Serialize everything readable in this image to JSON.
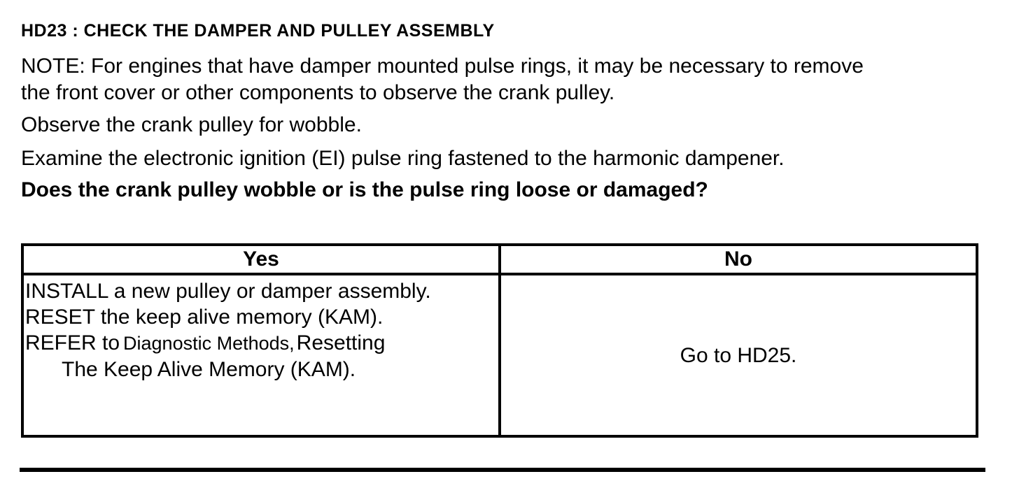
{
  "title": "HD23 : CHECK THE DAMPER AND PULLEY ASSEMBLY",
  "note": {
    "lines": [
      "NOTE: For engines that have damper mounted pulse rings, it may be necessary to remove",
      "the front cover or other components to observe the crank pulley."
    ]
  },
  "instructions": [
    "Observe the crank pulley for wobble.",
    "Examine the electronic ignition (EI) pulse ring fastened to the harmonic dampener."
  ],
  "question": "Does the crank pulley wobble or is the pulse ring loose or damaged?",
  "decision_table": {
    "headers": [
      "Yes",
      "No"
    ],
    "yes_actions": [
      "INSTALL a new pulley or damper assembly.",
      "RESET the keep alive memory (KAM)."
    ],
    "yes_refer": {
      "prefix": "REFER to",
      "reference": "Diagnostic Methods,",
      "suffix": "Resetting",
      "continuation": "The Keep Alive Memory (KAM)."
    },
    "no_action": "Go to HD25."
  },
  "colors": {
    "text": "#000000",
    "background": "#ffffff",
    "border": "#000000"
  }
}
